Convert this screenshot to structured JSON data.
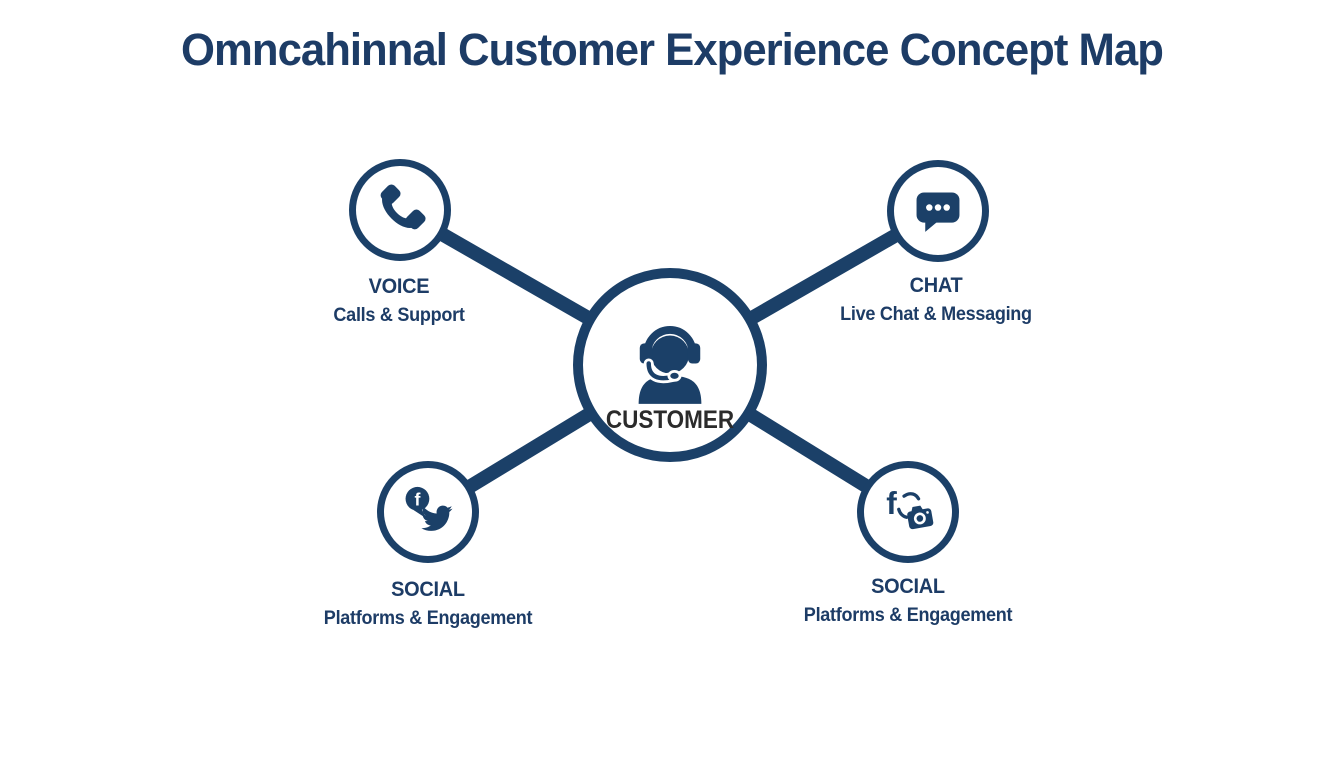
{
  "title": "Omncahinnal Customer Experience Concept Map",
  "center": {
    "label": "CUSTOMER",
    "icon": "headset-agent-icon"
  },
  "nodes": [
    {
      "id": "voice",
      "label": "VOICE",
      "sublabel": "Calls & Support",
      "icon": "phone-icon"
    },
    {
      "id": "chat",
      "label": "CHAT",
      "sublabel": "Live Chat & Messaging",
      "icon": "chat-bubble-icon"
    },
    {
      "id": "social-left",
      "label": "SOCIAL",
      "sublabel": "Platforms & Engagement",
      "icon": "facebook-twitter-icon"
    },
    {
      "id": "social-right",
      "label": "SOCIAL",
      "sublabel": "Platforms & Engagement",
      "icon": "facebook-camera-icon"
    }
  ],
  "icons": {
    "facebook_glyph": "f"
  },
  "colors": {
    "navy": "#1b4068",
    "title_text": "#1d3c66",
    "customer_text": "#2b2b2b",
    "background": "#ffffff"
  }
}
